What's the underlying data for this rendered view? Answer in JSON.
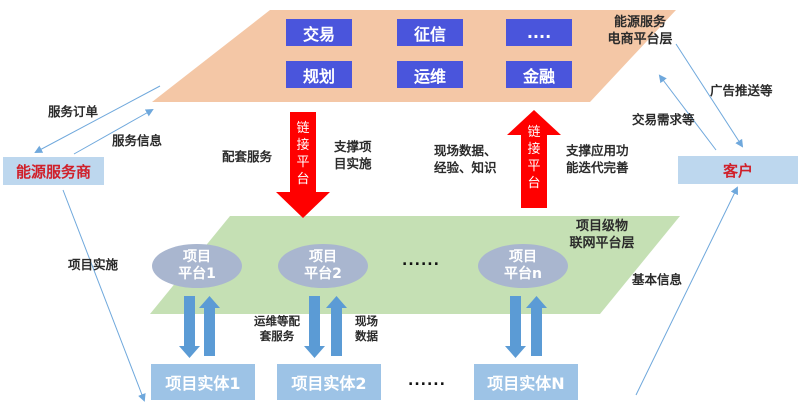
{
  "top_layer": {
    "title_line1": "能源服务",
    "title_line2": "电商平台层",
    "services": [
      "交易",
      "征信",
      "....",
      "规划",
      "运维",
      "金融"
    ]
  },
  "bottom_layer": {
    "title_line1": "项目级物",
    "title_line2": "联网平台层",
    "platforms": [
      {
        "line1": "项目",
        "line2": "平台1"
      },
      {
        "line1": "项目",
        "line2": "平台2"
      },
      {
        "line1": "项目",
        "line2": "平台n"
      }
    ],
    "platform_ellipsis": "......"
  },
  "entities": [
    "项目实体1",
    "项目实体2",
    "项目实体N"
  ],
  "entity_ellipsis": "......",
  "actors": {
    "provider": "能源服务商",
    "customer": "客户"
  },
  "link_arrows": {
    "down": {
      "chars": [
        "链",
        "接",
        "平",
        "台"
      ],
      "left_label": "配套服务",
      "right_label_1": "支撑项",
      "right_label_2": "目实施"
    },
    "up": {
      "chars": [
        "链",
        "接",
        "平",
        "台"
      ],
      "left_label_1": "现场数据、",
      "left_label_2": "经验、知识",
      "right_label_1": "支撑应用功",
      "right_label_2": "能迭代完善"
    }
  },
  "flow_labels": {
    "service_order": "服务订单",
    "service_info": "服务信息",
    "project_implementation": "项目实施",
    "ad_push": "广告推送等",
    "trade_demand": "交易需求等",
    "basic_info": "基本信息",
    "om_services_1": "运维等配",
    "om_services_2": "套服务",
    "field_data_1": "现场",
    "field_data_2": "数据"
  },
  "colors": {
    "top_layer_fill": "#f4c7a6",
    "bottom_layer_fill": "#c5e0b4",
    "service_box": "#4a55dc",
    "link_arrow": "#ff0000",
    "entity_box": "#9dc3e6",
    "actor_box": "#bdd7ee",
    "actor_text": "#d0202a",
    "flow_line": "#6fa8dc"
  }
}
